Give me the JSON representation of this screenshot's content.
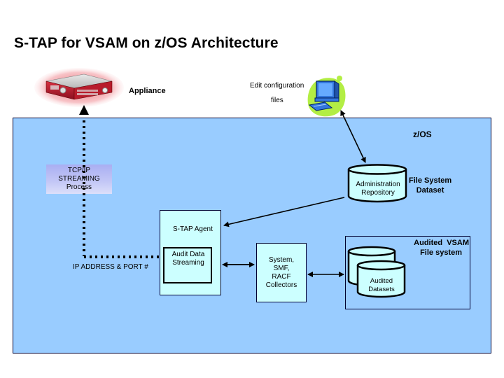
{
  "title": "S-TAP for VSAM on z/OS Architecture",
  "appliance": {
    "icon": "server-appliance-icon",
    "label": "Appliance"
  },
  "workstation": {
    "icon": "desktop-computer-icon",
    "label_line1": "Edit configuration",
    "label_line2": "files"
  },
  "zos": {
    "label": "z/OS"
  },
  "tcpip": {
    "line1": "TCP/IP",
    "line2": "STREAMING",
    "line3": "Process"
  },
  "admin_repo": {
    "line1": "Administration",
    "line2": "Repository",
    "side_line1": "File System",
    "side_line2": "Dataset"
  },
  "stap_agent": {
    "label": "S-TAP Agent",
    "inner_line1": "Audit Data",
    "inner_line2": "Streaming"
  },
  "ip_port": {
    "label": "IP ADDRESS & PORT #"
  },
  "collectors": {
    "line1": "System,",
    "line2": "SMF,",
    "line3": "RACF",
    "line4": "Collectors"
  },
  "vsam": {
    "line1": "Audited  VSAM",
    "line2": "File system",
    "ds_line1": "Audited",
    "ds_line2": "Datasets"
  },
  "colors": {
    "zos_bg": "#99ccff",
    "box_bg": "#ccffff",
    "appliance_red": "#cc2233",
    "workstation_glow": "#b3ee44"
  }
}
